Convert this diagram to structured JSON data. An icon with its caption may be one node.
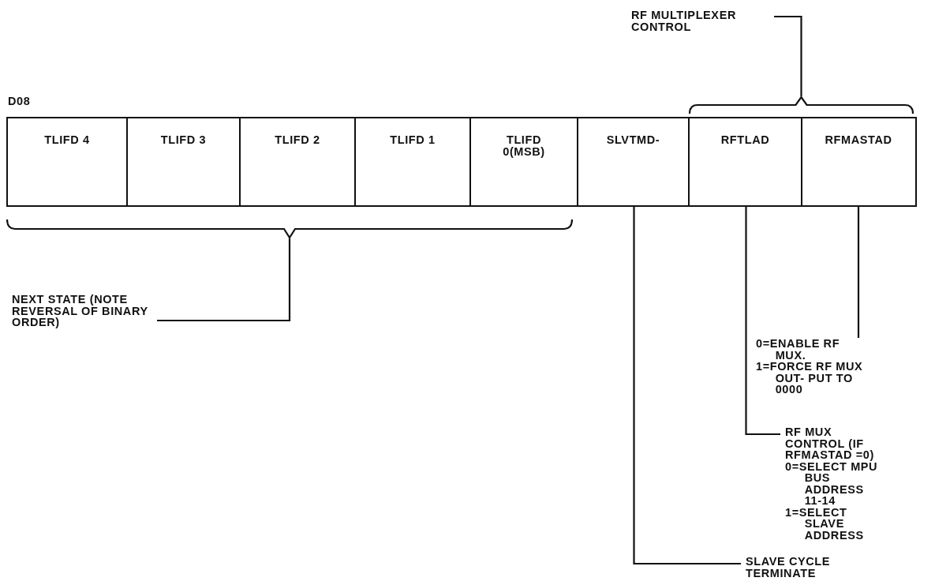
{
  "diagram": {
    "nodes": [
      {
        "text": [
          "D08"
        ]
      },
      {
        "text": [
          "TLIFD 4"
        ],
        "in": 0
      },
      {
        "text": [
          "TLIFD 3"
        ],
        "in": 0
      },
      {
        "text": [
          "TLIFD 2"
        ],
        "in": 0
      },
      {
        "text": [
          "TLIFD 1"
        ],
        "in": 0
      },
      {
        "text": [
          "TLIFD 0(MSB)"
        ],
        "in": 0
      },
      {
        "text": [
          "SLVTMD-"
        ],
        "in": 0
      },
      {
        "text": [
          "RFTLAD"
        ],
        "in": 0
      },
      {
        "text": [
          "RFMASTAD"
        ],
        "in": 0
      },
      {
        "text": [],
        "shape": "bracket"
      },
      {
        "text": [
          "RF MULTIPLEXER CONTROL"
        ]
      },
      {
        "text": [],
        "shape": "bracket"
      },
      {
        "text": [
          "NEXT STATE (NOTE REVERSAL OF BINARY ORDER)"
        ]
      },
      {
        "text": [
          "0=ENABLE RF MUX.",
          "1=FORCE RF MUX OUT- PUT TO 0000"
        ]
      },
      {
        "text": [
          "RF MUX CONTROL (IF RFMASTAD =0)",
          "0=SELECT MPU BUS ADDRESS 11-14",
          "1=SELECT SLAVE ADDRESS"
        ]
      },
      {
        "text": [
          "SLAVE CYCLE TERMINATE"
        ]
      }
    ],
    "edges": [
      {
        "from": 10,
        "to": 9,
        "arrow": "none"
      },
      {
        "from": 12,
        "to": 11,
        "arrow": "none"
      },
      {
        "from": 13,
        "to": 8,
        "arrow": "none"
      },
      {
        "from": 14,
        "to": 7,
        "arrow": "none"
      },
      {
        "from": 15,
        "to": 6,
        "arrow": "none"
      }
    ]
  }
}
